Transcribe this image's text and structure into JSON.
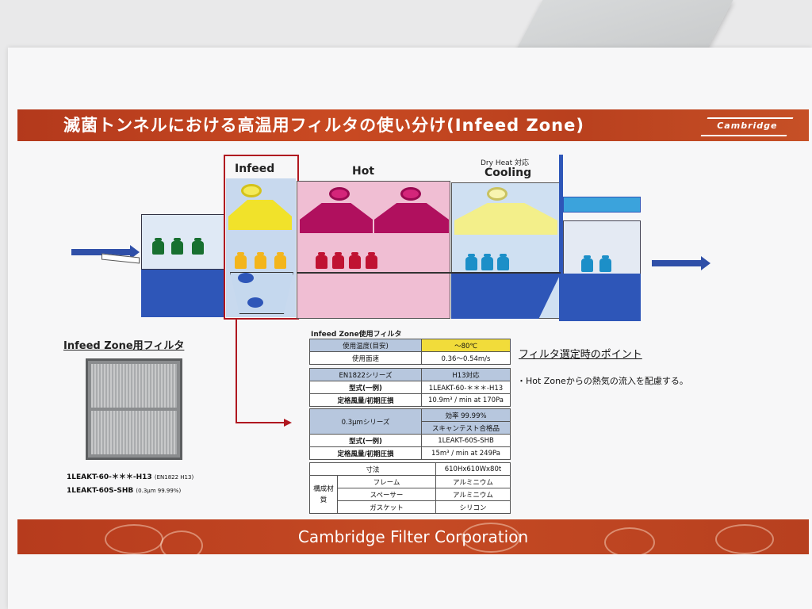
{
  "title": "滅菌トンネルにおける高温用フィルタの使い分け(Infeed Zone)",
  "logo_text": "Cambridge",
  "footer": "Cambridge Filter Corporation",
  "diagram": {
    "zones": [
      "Infeed",
      "Hot",
      "Cooling"
    ],
    "cooling_note": "Dry Heat 対応"
  },
  "filter_section": {
    "heading": "Infeed Zone用フィルタ",
    "models": [
      {
        "name": "1LEAKT-60-＊＊＊-H13",
        "note": "(EN1822 H13)"
      },
      {
        "name": "1LEAKT-60S-SHB",
        "note": "(0.3μm 99.99%)"
      }
    ]
  },
  "table": {
    "heading": "Infeed Zone使用フィルタ",
    "usage": [
      {
        "label": "使用温度(目安)",
        "value": "～80℃"
      },
      {
        "label": "使用面速",
        "value": "0.36～0.54m/s"
      }
    ],
    "en1822": {
      "series": "EN1822シリーズ",
      "grade": "H13対応",
      "rows": [
        {
          "label": "型式(一例)",
          "value": "1LEAKT-60-＊＊＊-H13"
        },
        {
          "label": "定格風量/初期圧損",
          "value": "10.9m³ / min at 170Pa"
        }
      ]
    },
    "micron": {
      "series": "0.3μmシリーズ",
      "efficiency": "効率 99.99%",
      "scan": "スキャンテスト合格品",
      "rows": [
        {
          "label": "型式(一例)",
          "value": "1LEAKT-60S-SHB"
        },
        {
          "label": "定格風量/初期圧損",
          "value": "15m³ / min at 249Pa"
        }
      ]
    },
    "dims": {
      "label": "寸法",
      "value": "610Hx610Wx80t",
      "group": "構成材質",
      "materials": [
        {
          "label": "フレーム",
          "value": "アルミニウム"
        },
        {
          "label": "スペーサー",
          "value": "アルミニウム"
        },
        {
          "label": "ガスケット",
          "value": "シリコン"
        }
      ]
    }
  },
  "points": {
    "heading": "フィルタ選定時のポイント",
    "items": [
      "・Hot Zoneからの熱気の流入を配慮する。"
    ]
  },
  "colors": {
    "banner": "#c0441f",
    "infeed_yellow": "#f1e22a",
    "hot_magenta": "#b0105e",
    "cooling_yellow": "#f3ef8a",
    "conveyor_blue": "#2e56b8"
  }
}
